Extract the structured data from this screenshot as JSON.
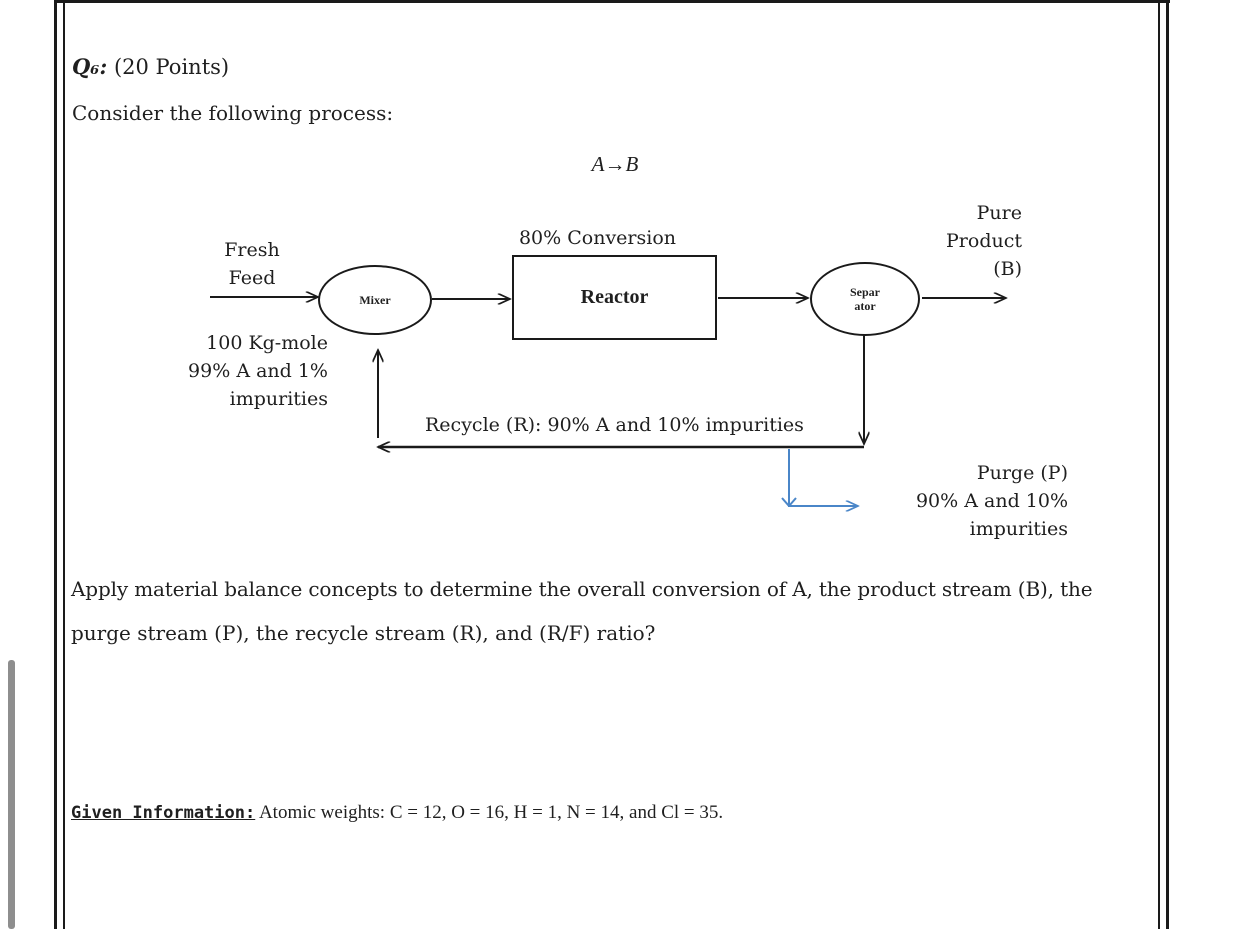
{
  "question": {
    "label": "Q₆:",
    "points": "(20 Points)",
    "intro": "Consider the following process:"
  },
  "diagram": {
    "reaction": "A→B",
    "conversion": "80% Conversion",
    "fresh_feed": [
      "Fresh",
      "Feed"
    ],
    "feed_info": [
      "100 Kg-mole",
      "99% A and 1%",
      "impurities"
    ],
    "mixer": "Mixer",
    "reactor": "Reactor",
    "separator": [
      "Separ",
      "ator"
    ],
    "product": [
      "Pure",
      "Product",
      "(B)"
    ],
    "recycle": "Recycle (R): 90% A and 10% impurities",
    "purge": [
      "Purge (P)",
      "90% A and 10%",
      "impurities"
    ]
  },
  "task": {
    "line1": "Apply material balance concepts to determine the overall conversion of A, the product stream (B), the",
    "line2": "purge stream (P), the recycle stream (R), and (R/F) ratio?"
  },
  "given": {
    "heading": "Given Information:",
    "text": "Atomic weights: C = 12, O = 16, H = 1, N = 14, and Cl = 35."
  }
}
